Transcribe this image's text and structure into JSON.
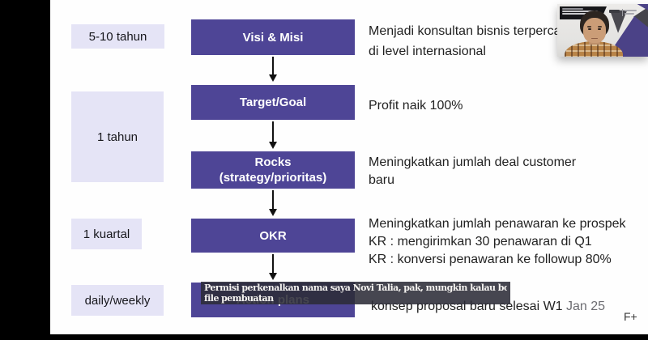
{
  "slide": {
    "timeline": [
      {
        "label": "5-10 tahun"
      },
      {
        "label": "1 tahun"
      },
      {
        "label": "1 kuartal"
      },
      {
        "label": "daily/weekly"
      }
    ],
    "flow": [
      {
        "lines": [
          "Visi & Misi"
        ]
      },
      {
        "lines": [
          "Target/Goal"
        ]
      },
      {
        "lines": [
          "Rocks",
          "(strategy/prioritas)"
        ]
      },
      {
        "lines": [
          "OKR"
        ]
      },
      {
        "lines": [
          "Action plans"
        ]
      }
    ],
    "descriptions": [
      {
        "lines": [
          "Menjadi konsultan bisnis terpercaya",
          "di level internasional"
        ]
      },
      {
        "lines": [
          "Profit naik 100%"
        ]
      },
      {
        "lines": [
          "Meningkatkan jumlah deal customer",
          "baru"
        ]
      },
      {
        "lines": [
          "Meningkatkan jumlah penawaran ke prospek",
          "KR : mengirimkan 30 penawaran di Q1",
          "KR : konversi penawaran ke followup 80%"
        ]
      },
      {
        "lines": [
          "konsep proposal baru selesai W1"
        ],
        "date_suffix": "Jan 25"
      }
    ]
  },
  "caption": {
    "line1": "Permisi perkenalkan nama saya Novi Talia, pak, mungkin kalau boleh kasih contoh",
    "line2": "file pembuatan"
  },
  "watermark": "F+",
  "colors": {
    "flow_box": "#4e4596",
    "timeline_box": "#e5e4f6",
    "caption_bg": "rgba(44,44,56,0.88)",
    "slide_bg": "#fefefe",
    "letterbox": "#000000"
  }
}
